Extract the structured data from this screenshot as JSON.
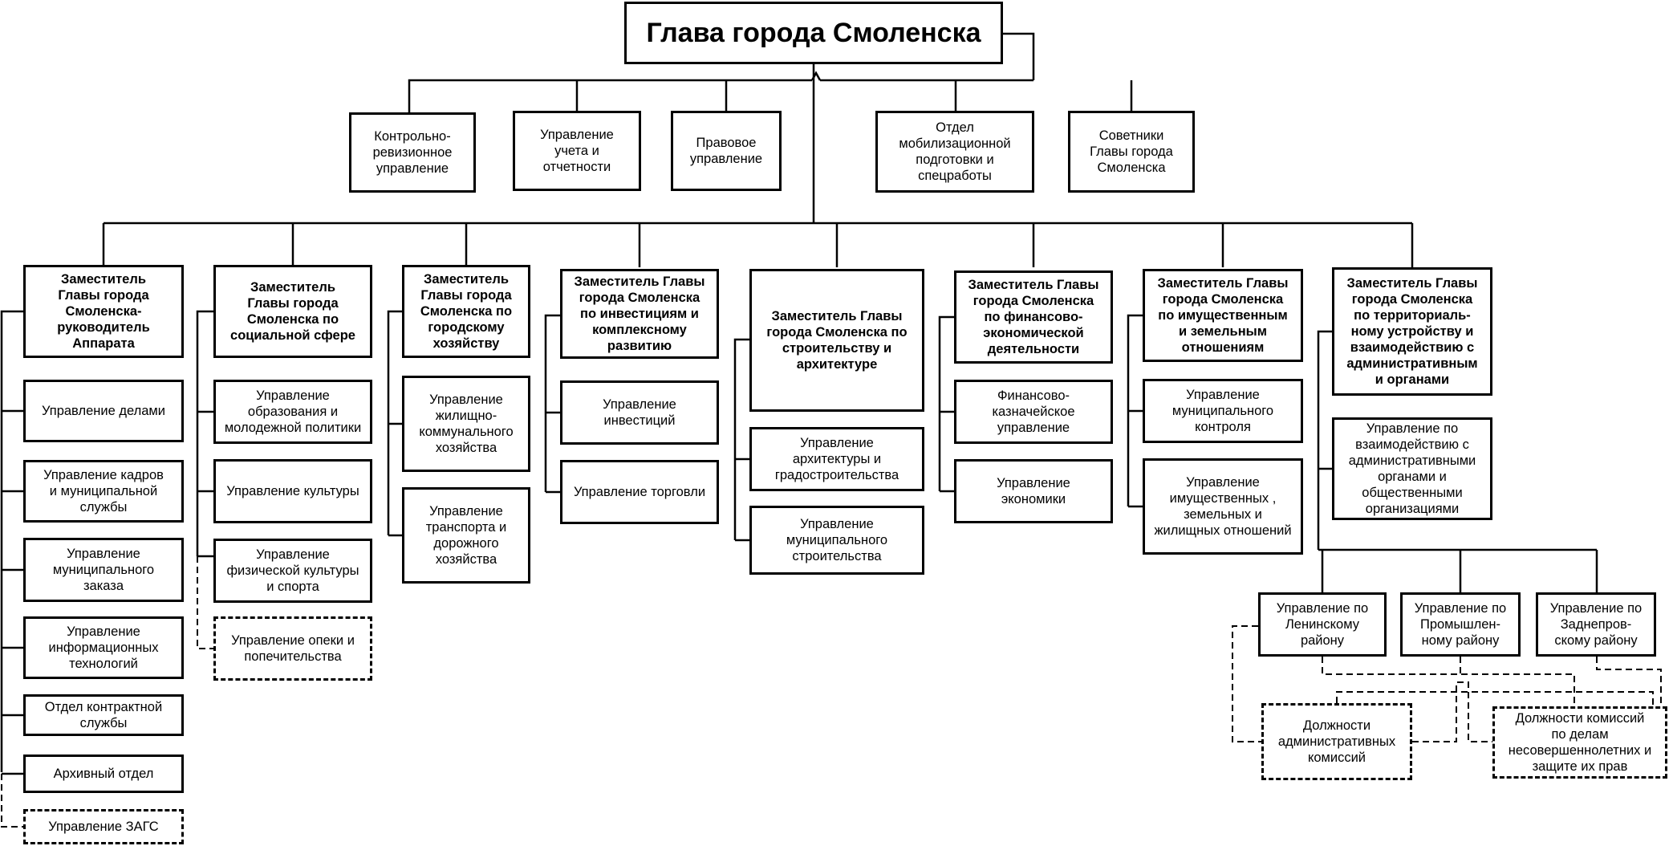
{
  "head": "Глава города Смоленска",
  "direct_units": [
    "Контрольно-\nревизионное\nуправление",
    "Управление\nучета и\nотчетности",
    "Правовое\nуправление",
    "Отдел\nмобилизационной\nподготовки и\nспецработы",
    "Советники\nГлавы города\nСмоленска"
  ],
  "deputies": [
    {
      "title": "Заместитель\nГлавы города\nСмоленска-\nруководитель\nАппарата",
      "units": [
        {
          "label": "Управление делами",
          "dashed": false
        },
        {
          "label": "Управление кадров\nи муниципальной\nслужбы",
          "dashed": false
        },
        {
          "label": "Управление\nмуниципального\nзаказа",
          "dashed": false
        },
        {
          "label": "Управление\nинформационных\nтехнологий",
          "dashed": false
        },
        {
          "label": "Отдел контрактной\nслужбы",
          "dashed": false
        },
        {
          "label": "Архивный отдел",
          "dashed": false
        },
        {
          "label": "Управление ЗАГС",
          "dashed": true
        }
      ]
    },
    {
      "title": "Заместитель\nГлавы города\nСмоленска по\nсоциальной сфере",
      "units": [
        {
          "label": "Управление\nобразования и\nмолодежной политики",
          "dashed": false
        },
        {
          "label": "Управление культуры",
          "dashed": false
        },
        {
          "label": "Управление\nфизической культуры\nи спорта",
          "dashed": false
        },
        {
          "label": "Управление опеки и\nпопечительства",
          "dashed": true
        }
      ]
    },
    {
      "title": "Заместитель\nГлавы города\nСмоленска по\nгородскому\nхозяйству",
      "units": [
        {
          "label": "Управление\nжилищно-\nкоммунального\nхозяйства",
          "dashed": false
        },
        {
          "label": "Управление\nтранспорта и\nдорожного\nхозяйства",
          "dashed": false
        }
      ]
    },
    {
      "title": "Заместитель Главы\nгорода Смоленска\nпо инвестициям и\nкомплексному\nразвитию",
      "units": [
        {
          "label": "Управление\nинвестиций",
          "dashed": false
        },
        {
          "label": "Управление торговли",
          "dashed": false
        }
      ]
    },
    {
      "title": "Заместитель Главы\nгорода Смоленска по\nстроительству и\nархитектуре",
      "units": [
        {
          "label": "Управление\nархитектуры и\nградостроительства",
          "dashed": false
        },
        {
          "label": "Управление\nмуниципального\nстроительства",
          "dashed": false
        }
      ]
    },
    {
      "title": "Заместитель Главы\nгорода Смоленска\nпо финансово-\nэкономической\nдеятельности",
      "units": [
        {
          "label": "Финансово-\nказначейское\nуправление",
          "dashed": false
        },
        {
          "label": "Управление\nэкономики",
          "dashed": false
        }
      ]
    },
    {
      "title": "Заместитель Главы\nгорода Смоленска\nпо имущественным\nи земельным\nотношениям",
      "units": [
        {
          "label": "Управление\nмуниципального\nконтроля",
          "dashed": false
        },
        {
          "label": "Управление\nимущественных ,\nземельных и\nжилищных отношений",
          "dashed": false
        }
      ]
    },
    {
      "title": "Заместитель Главы\nгорода Смоленска\nпо территориаль-\nному устройству и\nвзаимодействию с\nадминистративным\nи органами",
      "units": [
        {
          "label": "Управление по\nвзаимодействию с\nадминистративными\nорганами и\nобщественными\nорганизациями",
          "dashed": false
        }
      ]
    }
  ],
  "districts": [
    "Управление по\nЛенинскому\nрайону",
    "Управление по\nПромышлен-\nному району",
    "Управление по\nЗаднепров-\nскому району"
  ],
  "commissions": [
    "Должности\nадминистративных\nкомиссий",
    "Должности комиссий\nпо делам\nнесовершеннолетних и\nзащите их прав"
  ]
}
